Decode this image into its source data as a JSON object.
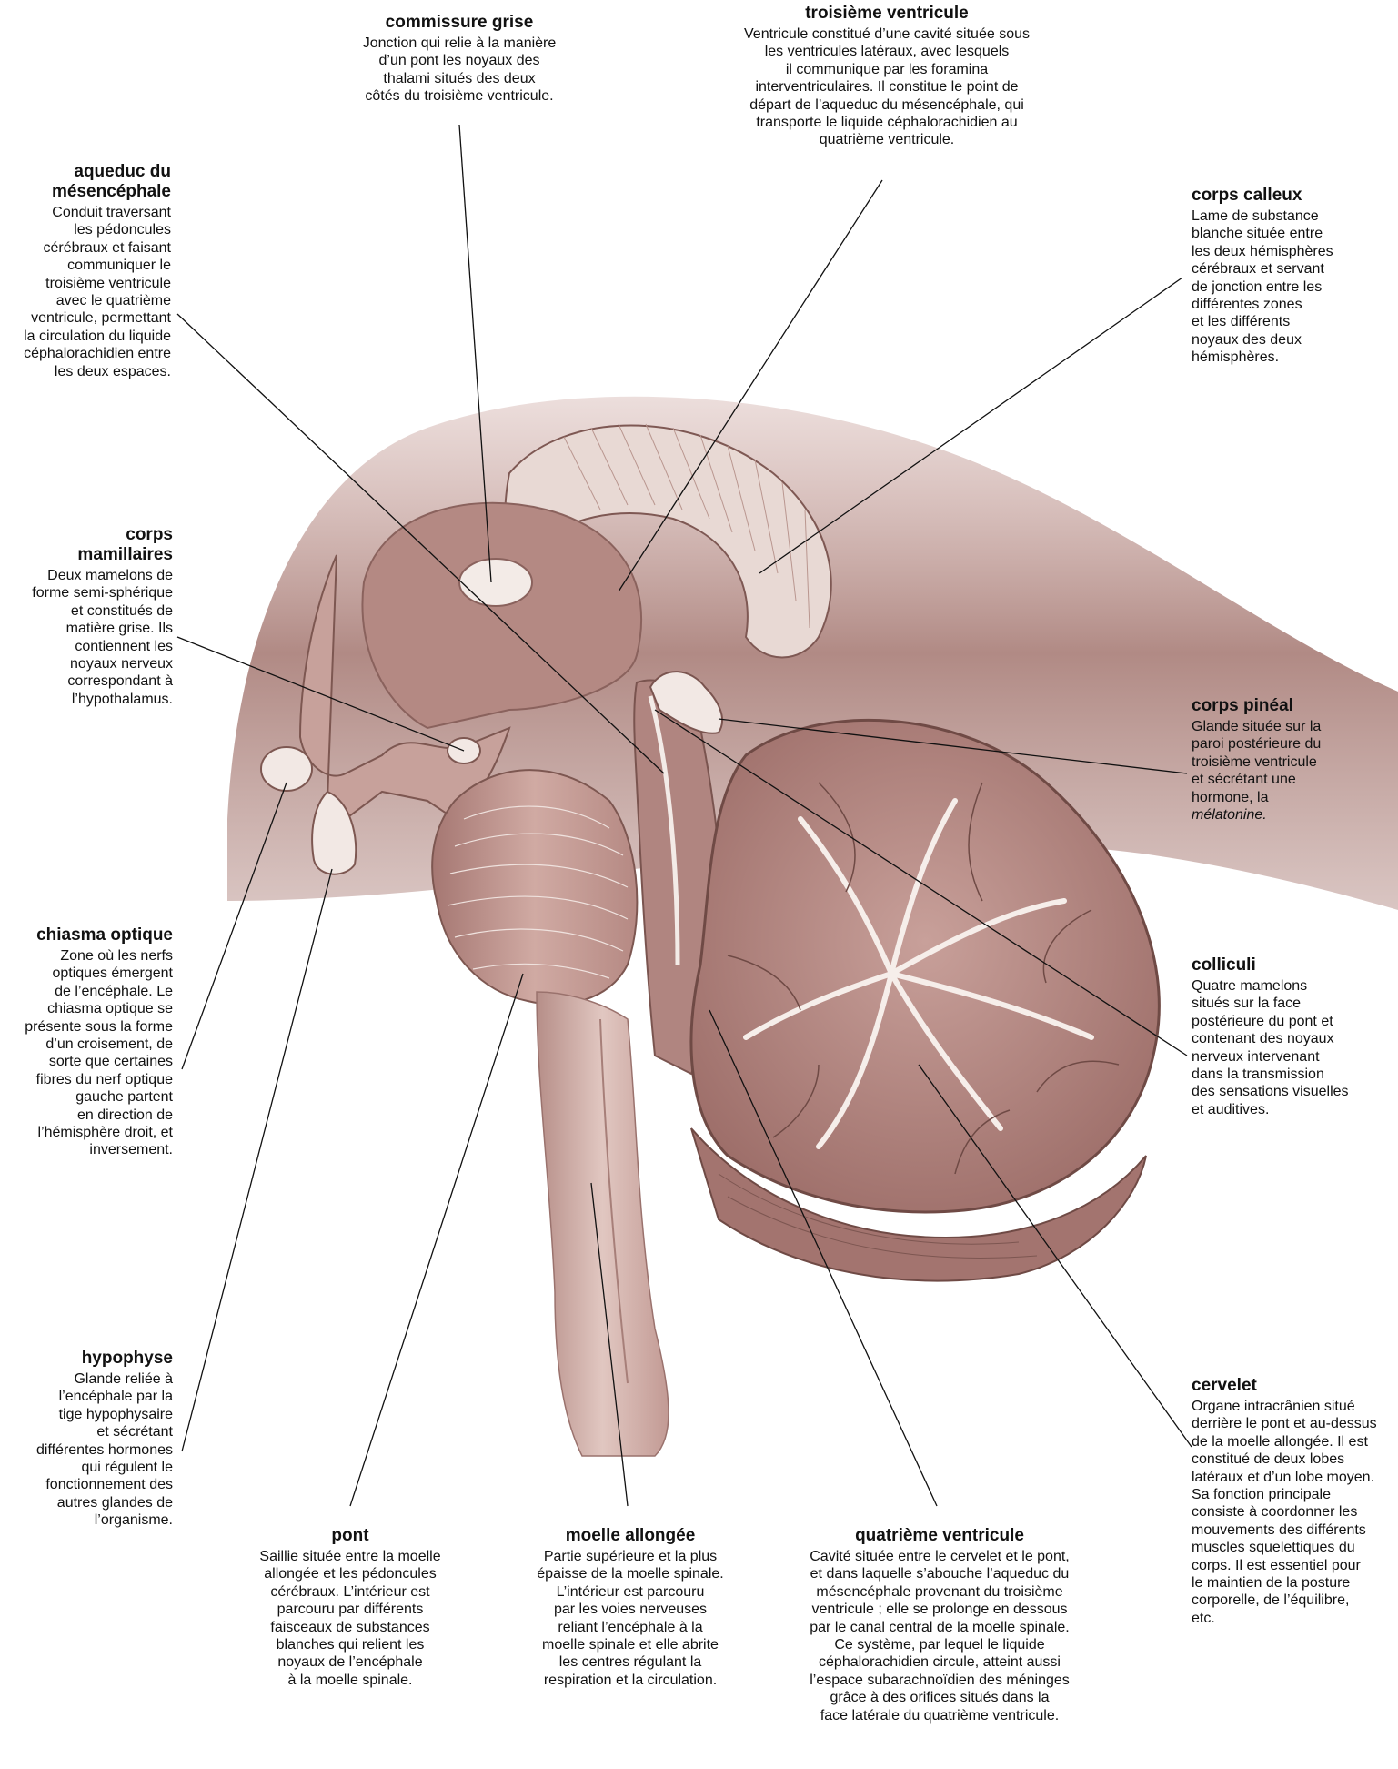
{
  "labels": {
    "commissure_grise": {
      "title": "commissure grise",
      "text": "Jonction qui relie à la manière\nd’un pont les noyaux des\nthalami situés des deux\ncôtés du troisième ventricule."
    },
    "troisieme_ventricule": {
      "title": "troisième ventricule",
      "text": "Ventricule constitué d’une cavité située sous\nles ventricules latéraux, avec lesquels\nil communique par les foramina\ninterventriculaires. Il constitue le point de\ndépart de l’aqueduc du mésencéphale, qui\ntransporte le liquide céphalorachidien au\nquatrième ventricule."
    },
    "aqueduc": {
      "title": "aqueduc du\nmésencéphale",
      "text": "Conduit traversant\nles pédoncules\ncérébraux et faisant\ncommuniquer le\ntroisième ventricule\navec le quatrième\nventricule, permettant\nla circulation du liquide\ncéphalorachidien entre\nles deux espaces."
    },
    "corps_calleux": {
      "title": "corps calleux",
      "text": "Lame de substance\nblanche située entre\nles deux hémisphères\ncérébraux et servant\nde jonction entre les\ndifférentes zones\net les différents\nnoyaux des deux\nhémisphères."
    },
    "corps_mamillaires": {
      "title": "corps\nmamillaires",
      "text": "Deux mamelons de\nforme semi-sphérique\net constitués de\nmatière grise. Ils\ncontiennent les\nnoyaux nerveux\ncorrespondant à\nl’hypothalamus."
    },
    "corps_pineal": {
      "title": "corps pinéal",
      "text": "Glande située sur la\nparoi postérieure du\ntroisième ventricule\net sécrétant une\nhormone, la",
      "emphasis": "mélatonine."
    },
    "chiasma": {
      "title": "chiasma optique",
      "text": "Zone où les nerfs\noptiques émergent\nde l’encéphale. Le\nchiasma optique se\nprésente sous la forme\nd’un croisement, de\nsorte que certaines\nfibres du nerf optique\ngauche partent\nen direction de\nl’hémisphère droit, et\ninversement."
    },
    "colliculi": {
      "title": "colliculi",
      "text": "Quatre mamelons\nsitués sur la face\npostérieure du pont et\ncontenant des noyaux\nnerveux intervenant\ndans la transmission\ndes sensations visuelles\net auditives."
    },
    "hypophyse": {
      "title": "hypophyse",
      "text": "Glande reliée à\nl’encéphale par la\ntige hypophysaire\net sécrétant\ndifférentes hormones\nqui régulent le\nfonctionnement des\nautres glandes de\nl’organisme."
    },
    "cervelet": {
      "title": "cervelet",
      "text": "Organe intracrânien situé\nderrière le pont et au-dessus\nde la moelle allongée. Il est\nconstitué de deux lobes\nlatéraux et d’un lobe moyen.\nSa fonction principale\nconsiste à coordonner les\nmouvements des différents\nmuscles squelettiques du\ncorps. Il est essentiel pour\nle maintien de la posture\ncorporelle, de l’équilibre,\netc."
    },
    "pont": {
      "title": "pont",
      "text": "Saillie située entre la moelle\nallongée et les pédoncules\ncérébraux. L’intérieur est\nparcouru par différents\nfaisceaux de substances\nblanches qui relient les\nnoyaux de l’encéphale\nà la moelle spinale."
    },
    "moelle": {
      "title": "moelle allongée",
      "text": "Partie supérieure et la plus\népaisse de la moelle spinale.\nL’intérieur est parcouru\npar les voies nerveuses\nreliant l’encéphale à la\nmoelle spinale et elle abrite\nles centres régulant la\nrespiration et la circulation."
    },
    "quatrieme": {
      "title": "quatrième ventricule",
      "text": "Cavité située entre le cervelet et le pont,\net dans laquelle s’abouche l’aqueduc du\nmésencéphale provenant du troisième\nventricule ; elle se prolonge en dessous\npar le canal central de la moelle spinale.\nCe système, par lequel le liquide\ncéphalorachidien circule, atteint aussi\nl’espace subarachnoïdien des méninges\ngrâce à des orifices situés dans la\nface latérale du quatrième ventricule."
    }
  },
  "colors": {
    "tissue_dark": "#9a6e6a",
    "tissue_mid": "#b98a83",
    "tissue_light": "#d9b7b0",
    "white_matter": "#f4ece8",
    "leader_line": "#111111"
  }
}
